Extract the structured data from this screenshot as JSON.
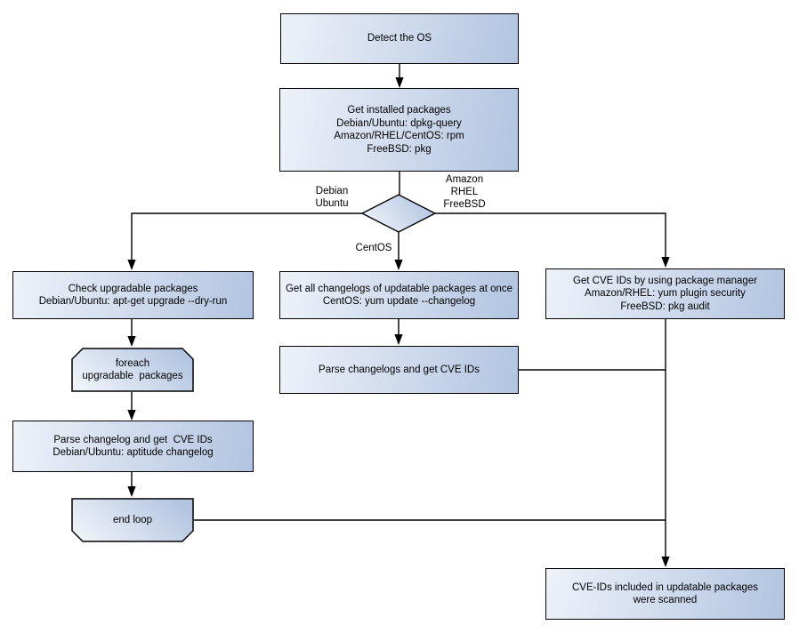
{
  "colors": {
    "node_fill_light": "#eef2f9",
    "node_fill_dark": "#b2c4e0",
    "node_border": "#000000",
    "connector": "#000000",
    "canvas_background": "#ffffff",
    "text": "#000000"
  },
  "nodes": {
    "detect_os": {
      "label": "Detect the OS"
    },
    "get_installed_packages": {
      "label": "Get installed packages\nDebian/Ubuntu: dpkg-query\nAmazon/RHEL/CentOS: rpm\nFreeBSD: pkg"
    },
    "os_decision": {
      "label": ""
    },
    "check_upgradable": {
      "label": "Check upgradable packages\nDebian/Ubuntu: apt-get upgrade --dry-run"
    },
    "foreach_loop": {
      "label": "foreach\nupgradable  packages"
    },
    "parse_changelog_debian": {
      "label": "Parse changelog and get  CVE IDs\nDebian/Ubuntu: aptitude changelog"
    },
    "end_loop": {
      "label": "end loop"
    },
    "get_all_changelogs": {
      "label": "Get all changelogs of updatable packages at once\nCentOS: yum update --changelog"
    },
    "parse_changelogs_centos": {
      "label": "Parse changelogs and get CVE IDs"
    },
    "get_cve_ids_pkg_manager": {
      "label": "Get CVE IDs by using package manager\nAmazon/RHEL: yum plugin security\nFreeBSD: pkg audit"
    },
    "scanned_result": {
      "label": "CVE-IDs included in updatable packages\nwere scanned"
    }
  },
  "edge_labels": {
    "debian_ubuntu": "Debian\nUbuntu",
    "amazon_rhel_freebsd": "Amazon\nRHEL\nFreeBSD",
    "centos": "CentOS"
  }
}
